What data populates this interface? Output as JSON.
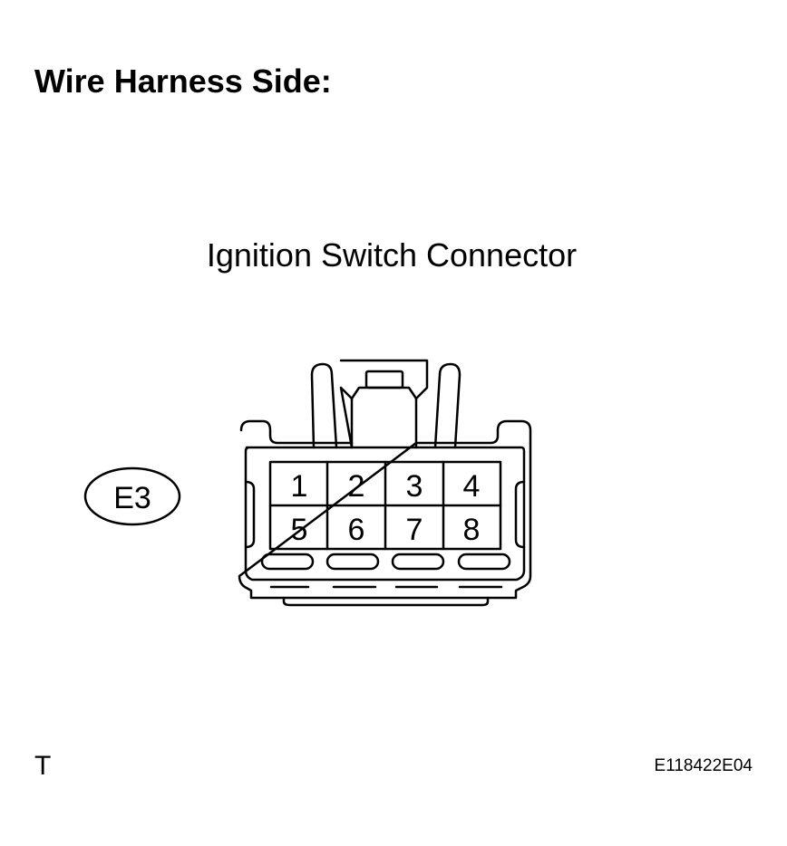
{
  "heading": "Wire Harness Side:",
  "connector": {
    "name": "Ignition Switch Connector",
    "code": "E3",
    "pins_row_1": [
      "1",
      "2",
      "3",
      "4"
    ],
    "pins_row_2": [
      "5",
      "6",
      "7",
      "8"
    ]
  },
  "footer": {
    "corner_mark": "T",
    "figure_code": "E118422E04"
  },
  "colors": {
    "line": "#000000",
    "background": "#ffffff"
  }
}
